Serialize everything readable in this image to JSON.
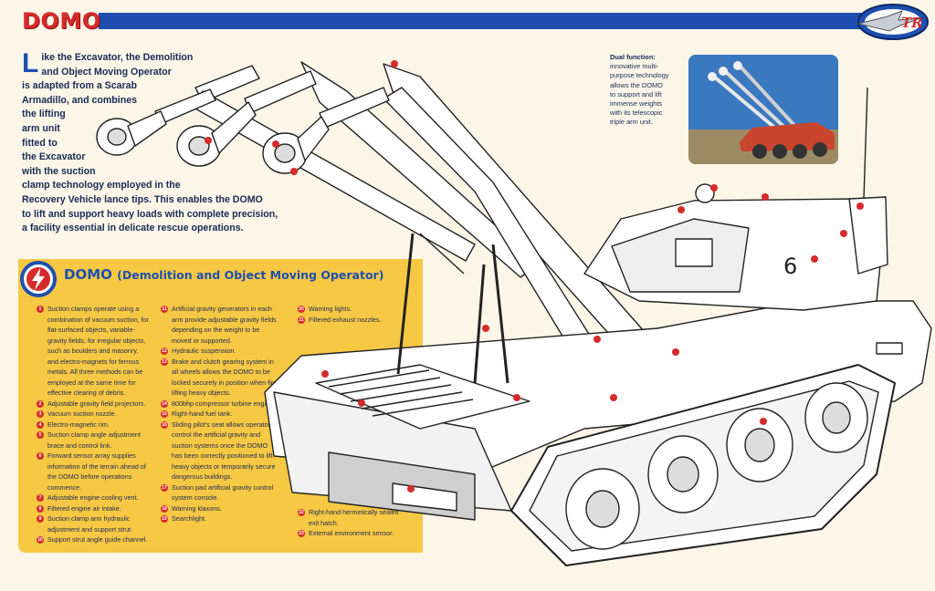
{
  "header": {
    "title": "DOMO"
  },
  "intro": {
    "dropcap": "L",
    "lines": [
      "ike the Excavator, the Demolition",
      "and Object Moving Operator",
      "is adapted from a Scarab",
      "Armadillo, and combines",
      "the lifting",
      "arm unit",
      "fitted to",
      "the Excavator",
      "with the suction",
      "clamp technology employed in the",
      "Recovery Vehicle lance tips. This enables the DOMO",
      "to lift and support heavy loads with complete precision,",
      "a facility essential in delicate rescue operations."
    ]
  },
  "caption": {
    "title": "Dual function:",
    "lines": [
      "innovative multi-",
      "purpose technology",
      "allows the DOMO",
      "to support and lift",
      "immense weights",
      "with its telescopic",
      "triple arm unit."
    ]
  },
  "panel": {
    "title_main": "DOMO",
    "title_sub": "(Demolition and Object Moving Operator)"
  },
  "items": [
    {
      "n": "1",
      "text": "Suction clamps operate using a combination of vacuum suction, for flat-surfaced objects, variable-gravity fields, for irregular objects, such as boulders and masonry, and electro-magnets for ferrous metals. All three methods can be employed at the same time for effective clearing of debris."
    },
    {
      "n": "2",
      "text": "Adjustable gravity field projectors."
    },
    {
      "n": "3",
      "text": "Vacuum suction nozzle."
    },
    {
      "n": "4",
      "text": "Electro-magnetic rim."
    },
    {
      "n": "5",
      "text": "Suction clamp angle adjustment brace and control link."
    },
    {
      "n": "6",
      "text": "Forward sensor array supplies information of the terrain ahead of the DOMO before operations commence."
    },
    {
      "n": "7",
      "text": "Adjustable engine cooling vent."
    },
    {
      "n": "8",
      "text": "Filtered engine air intake."
    },
    {
      "n": "9",
      "text": "Suction clamp arm hydraulic adjustment and support strut."
    },
    {
      "n": "10",
      "text": "Support strut angle guide channel."
    },
    {
      "n": "11",
      "text": "Artificial gravity generators in each arm provide adjustable gravity fields depending on the weight to be moved or supported."
    },
    {
      "n": "12",
      "text": "Hydraulic suspension."
    },
    {
      "n": "13",
      "text": "Brake and clutch gearing system in all wheels allows the DOMO to be locked securely in position when first lifting heavy objects."
    },
    {
      "n": "14",
      "text": "800bhp compressor turbine engine."
    },
    {
      "n": "15",
      "text": "Right-hand fuel tank."
    },
    {
      "n": "16",
      "text": "Sliding pilot's seat allows operator to control the artificial gravity and suction systems once the DOMO has been correctly positioned to lift heavy objects or temporarily secure dangerous buildings."
    },
    {
      "n": "17",
      "text": "Suction pad artificial gravity control system console."
    },
    {
      "n": "18",
      "text": "Warning klaxons."
    },
    {
      "n": "19",
      "text": "Searchlight."
    },
    {
      "n": "20",
      "text": "Warning lights."
    },
    {
      "n": "21",
      "text": "Filtered exhaust nozzles."
    },
    {
      "n": "22",
      "text": "Right-hand hermetically sealed exit hatch."
    },
    {
      "n": "23",
      "text": "External environment sensor."
    }
  ],
  "vehicle": {
    "hull_number": "6"
  },
  "colors": {
    "header_stripe": "#1e4fb0",
    "title_red": "#d62b2b",
    "panel_yellow": "#f7c843",
    "page_bg": "#fbf6e8"
  }
}
